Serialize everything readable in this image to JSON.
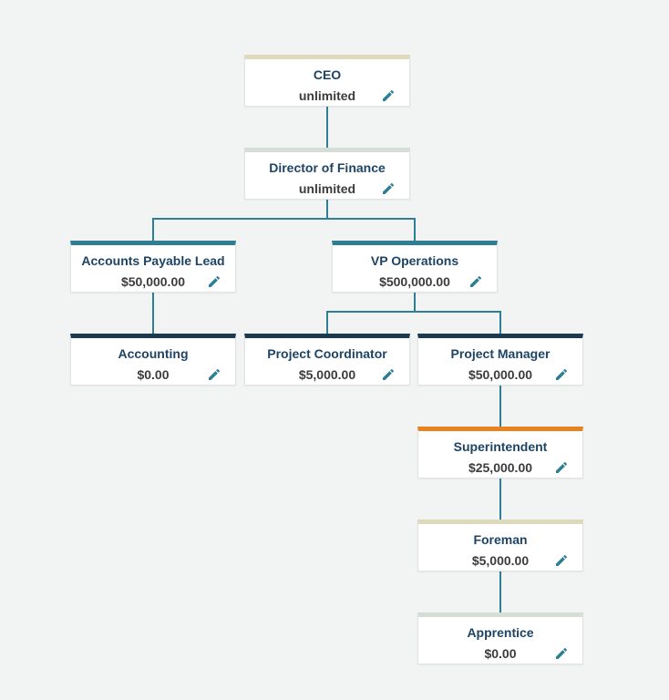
{
  "page": {
    "background_color": "#f2f4f4",
    "kind": "approval-limit org chart"
  },
  "colors": {
    "connector": "#2e7f96",
    "accent_teal": "#2e7f96",
    "accent_navy": "#1b3a52",
    "accent_orange": "#e8821e",
    "accent_tan": "#ded9bb",
    "accent_sage": "#d4ded7",
    "title_text": "#1d4465",
    "value_text": "#3c3c3c",
    "edit_icon": "#2e7f96"
  },
  "org_chart": {
    "edit_icon_name": "pencil-edit-icon",
    "nodes": [
      {
        "id": "ceo",
        "title": "CEO",
        "value": "unlimited",
        "accent": "#ded9bb"
      },
      {
        "id": "director-of-finance",
        "title": "Director of Finance",
        "value": "unlimited",
        "accent": "#d4ded7"
      },
      {
        "id": "accounts-payable-lead",
        "title": "Accounts Payable Lead",
        "value": "$50,000.00",
        "accent": "#2e7f96"
      },
      {
        "id": "vp-operations",
        "title": "VP Operations",
        "value": "$500,000.00",
        "accent": "#2e7f96"
      },
      {
        "id": "accounting",
        "title": "Accounting",
        "value": "$0.00",
        "accent": "#1b3a52"
      },
      {
        "id": "project-coordinator",
        "title": "Project Coordinator",
        "value": "$5,000.00",
        "accent": "#1b3a52"
      },
      {
        "id": "project-manager",
        "title": "Project Manager",
        "value": "$50,000.00",
        "accent": "#1b3a52"
      },
      {
        "id": "superintendent",
        "title": "Superintendent",
        "value": "$25,000.00",
        "accent": "#e8821e"
      },
      {
        "id": "foreman",
        "title": "Foreman",
        "value": "$5,000.00",
        "accent": "#ded9bb"
      },
      {
        "id": "apprentice",
        "title": "Apprentice",
        "value": "$0.00",
        "accent": "#d4ded7"
      }
    ],
    "edges": [
      {
        "from": "ceo",
        "to": "director-of-finance"
      },
      {
        "from": "director-of-finance",
        "to": "accounts-payable-lead"
      },
      {
        "from": "director-of-finance",
        "to": "vp-operations"
      },
      {
        "from": "accounts-payable-lead",
        "to": "accounting"
      },
      {
        "from": "vp-operations",
        "to": "project-coordinator"
      },
      {
        "from": "vp-operations",
        "to": "project-manager"
      },
      {
        "from": "project-manager",
        "to": "superintendent"
      },
      {
        "from": "superintendent",
        "to": "foreman"
      },
      {
        "from": "foreman",
        "to": "apprentice"
      }
    ]
  }
}
